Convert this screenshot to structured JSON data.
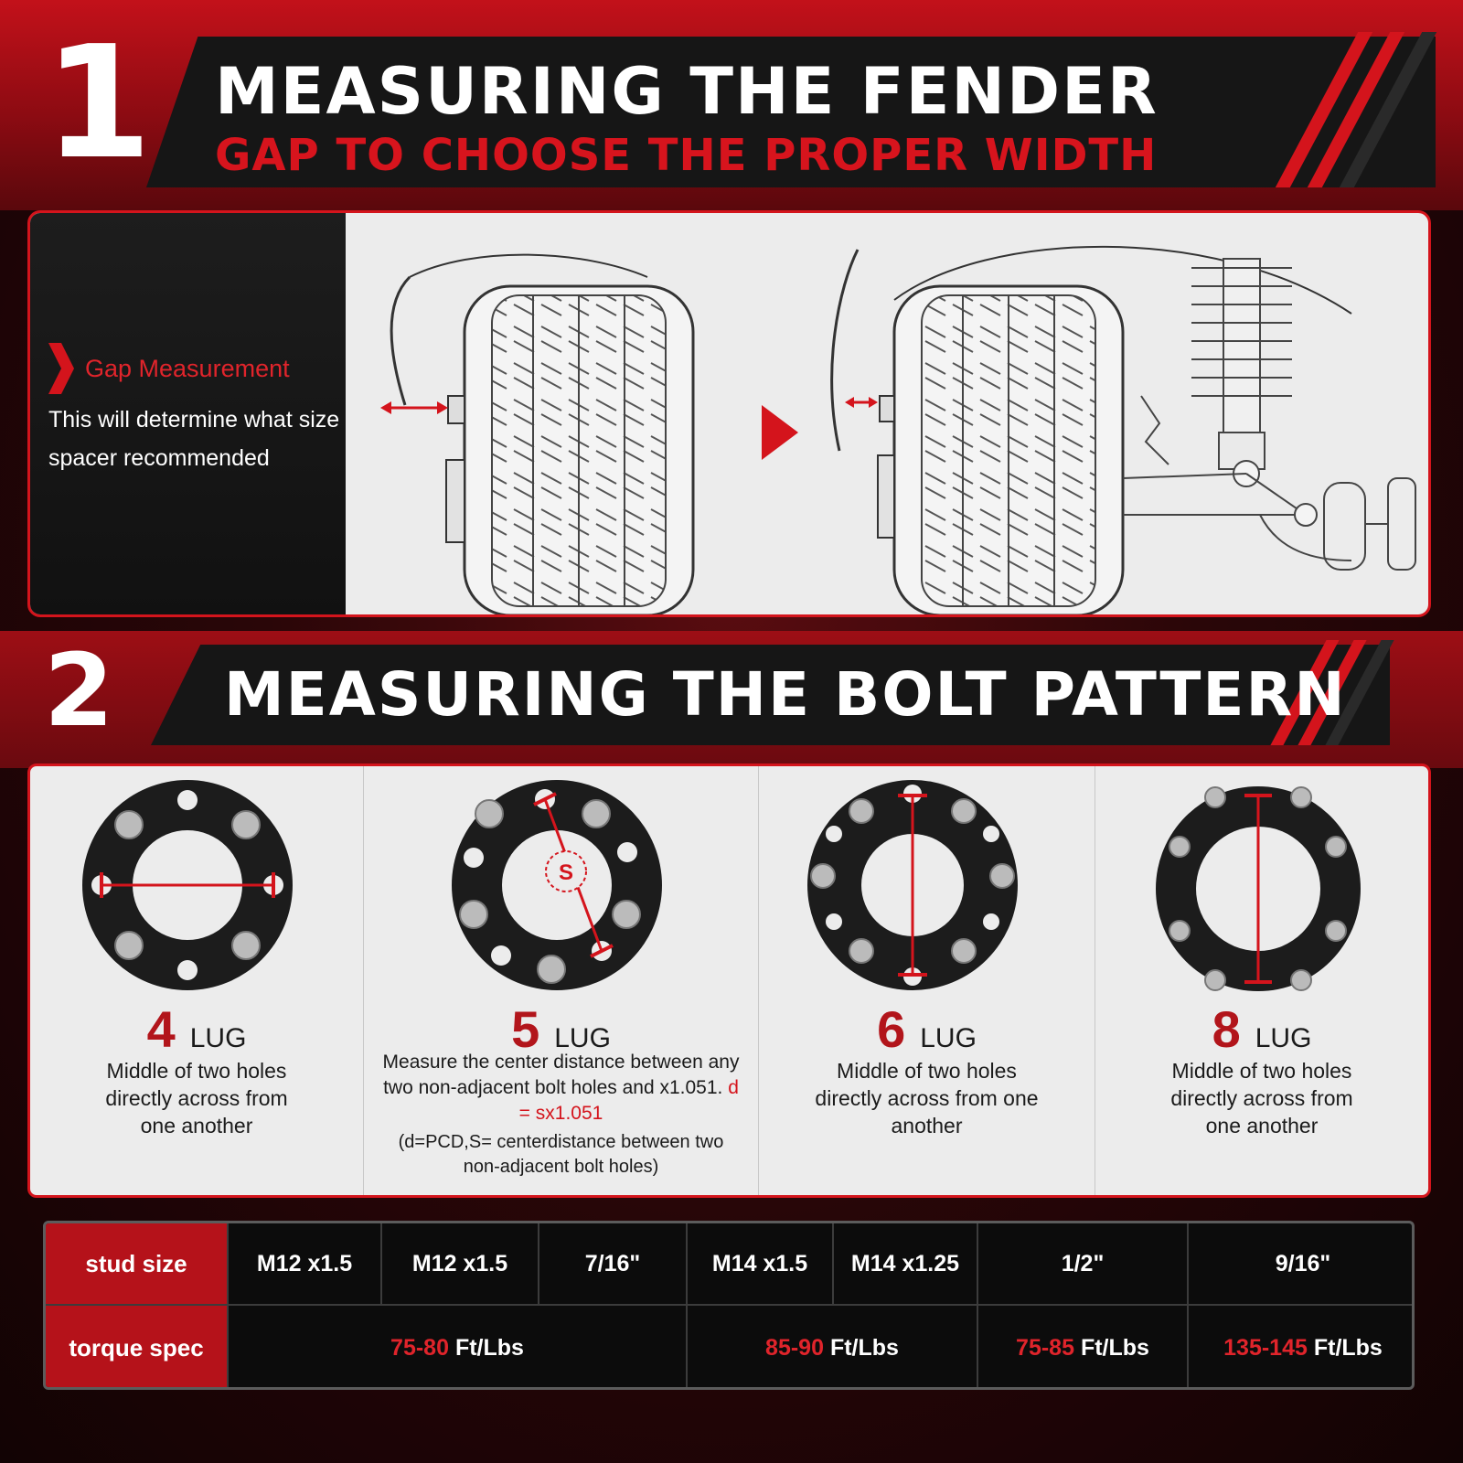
{
  "section1": {
    "number": "1",
    "title": "MEASURING THE FENDER",
    "subtitle": "GAP TO CHOOSE THE PROPER WIDTH",
    "gap_title": "Gap Measurement",
    "gap_desc": "This will determine what size spacer recommended"
  },
  "section2": {
    "number": "2",
    "title": "MEASURING THE BOLT PATTERN",
    "lugs": [
      {
        "num": "4",
        "word": "LUG",
        "desc": "Middle of two holes directly across from one another"
      },
      {
        "num": "5",
        "word": "LUG",
        "desc": "Measure the center distance between any two non-adjacent bolt holes and x1.051.",
        "formula": "d = sx1.051",
        "note": "(d=PCD,S= centerdistance between two non-adjacent bolt holes)",
        "marker": "S"
      },
      {
        "num": "6",
        "word": "LUG",
        "desc": "Middle of two holes directly across from one another"
      },
      {
        "num": "8",
        "word": "LUG",
        "desc": "Middle of two holes directly across from one another"
      }
    ]
  },
  "table": {
    "row1_label": "stud size",
    "row2_label": "torque spec",
    "stud_sizes": [
      "M12 x1.5",
      "M12 x1.5",
      "7/16\"",
      "M14 x1.5",
      "M14 x1.25",
      "1/2\"",
      "9/16\""
    ],
    "torques": [
      {
        "range": "75-80",
        "unit": "Ft/Lbs"
      },
      {
        "range": "85-90",
        "unit": "Ft/Lbs"
      },
      {
        "range": "75-85",
        "unit": "Ft/Lbs"
      },
      {
        "range": "135-145",
        "unit": "Ft/Lbs"
      }
    ]
  },
  "colors": {
    "accent": "#d4141c",
    "dark": "#161616",
    "panel": "#ececec"
  }
}
